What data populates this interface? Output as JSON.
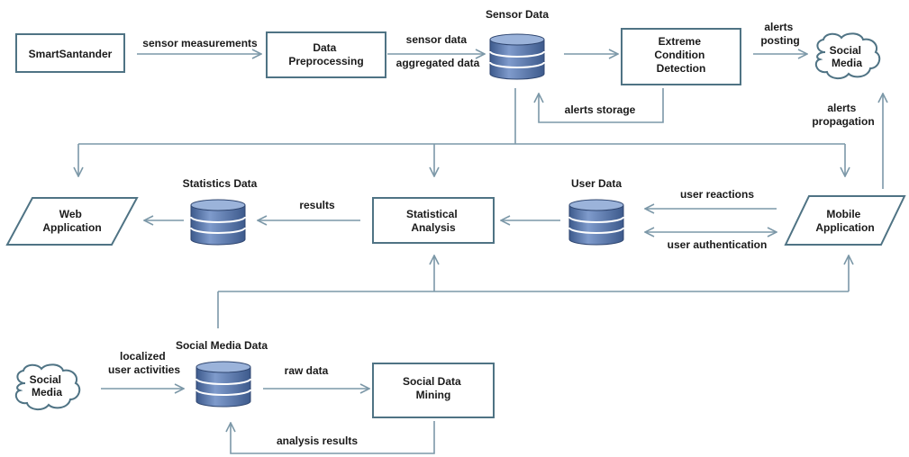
{
  "nodes": {
    "smartsantander": {
      "lines": [
        "SmartSantander"
      ]
    },
    "data_preprocessing": {
      "lines": [
        "Data",
        "Preprocessing"
      ]
    },
    "sensor_data": {
      "title": "Sensor Data"
    },
    "extreme_condition_detection": {
      "lines": [
        "Extreme",
        "Condition",
        "Detection"
      ]
    },
    "social_media_top": {
      "lines": [
        "Social",
        "Media"
      ]
    },
    "web_application": {
      "lines": [
        "Web",
        "Application"
      ]
    },
    "statistics_data": {
      "title": "Statistics Data"
    },
    "statistical_analysis": {
      "lines": [
        "Statistical",
        "Analysis"
      ]
    },
    "user_data": {
      "title": "User Data"
    },
    "mobile_application": {
      "lines": [
        "Mobile",
        "Application"
      ]
    },
    "social_media_bottom": {
      "lines": [
        "Social",
        "Media"
      ]
    },
    "social_media_data": {
      "title": "Social Media Data"
    },
    "social_data_mining": {
      "lines": [
        "Social Data",
        "Mining"
      ]
    }
  },
  "edges": {
    "sensor_measurements": {
      "lines": [
        "sensor measurements"
      ]
    },
    "sensor_data_aggregated": {
      "lines": [
        "sensor data",
        "aggregated data"
      ]
    },
    "alerts_posting": {
      "lines": [
        "alerts",
        "posting"
      ]
    },
    "alerts_storage": {
      "lines": [
        "alerts storage"
      ]
    },
    "alerts_propagation": {
      "lines": [
        "alerts",
        "propagation"
      ]
    },
    "results": {
      "lines": [
        "results"
      ]
    },
    "user_reactions": {
      "lines": [
        "user reactions"
      ]
    },
    "user_authentication": {
      "lines": [
        "user authentication"
      ]
    },
    "localized_user_activities": {
      "lines": [
        "localized",
        "user activities"
      ]
    },
    "raw_data": {
      "lines": [
        "raw data"
      ]
    },
    "analysis_results": {
      "lines": [
        "analysis results"
      ]
    }
  },
  "colors": {
    "connector": "#7c98a8",
    "box_border": "#4f7384",
    "database_fill": "#5f7fb5",
    "database_dark": "#3d5a8c",
    "cloud_fill": "#ffffff"
  }
}
